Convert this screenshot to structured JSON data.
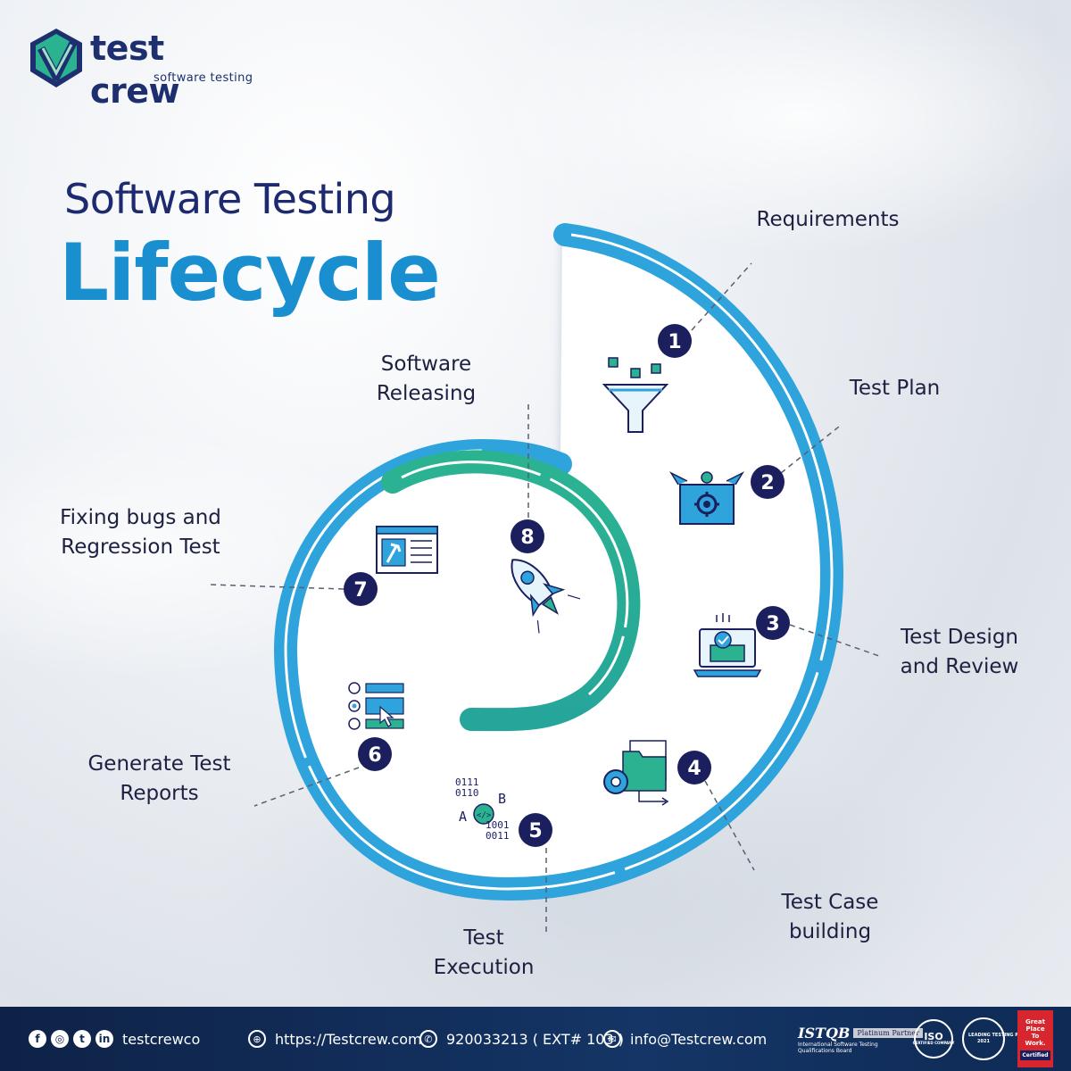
{
  "brand": {
    "name": "test crew",
    "tagline": "software testing"
  },
  "title": {
    "line1": "Software Testing",
    "line2": "Lifecycle"
  },
  "steps": [
    {
      "num": "1",
      "label_lines": [
        "Requirements"
      ],
      "icon": "funnel-icon"
    },
    {
      "num": "2",
      "label_lines": [
        "Test Plan"
      ],
      "icon": "toolbox-gear-icon"
    },
    {
      "num": "3",
      "label_lines": [
        "Test Design",
        "and Review"
      ],
      "icon": "laptop-check-icon"
    },
    {
      "num": "4",
      "label_lines": [
        "Test Case",
        "building"
      ],
      "icon": "folders-gear-icon"
    },
    {
      "num": "5",
      "label_lines": [
        "Test",
        "Execution"
      ],
      "icon": "binary-code-icon"
    },
    {
      "num": "6",
      "label_lines": [
        "Generate Test",
        "Reports"
      ],
      "icon": "report-list-icon"
    },
    {
      "num": "7",
      "label_lines": [
        "Fixing bugs and",
        "Regression Test"
      ],
      "icon": "browser-wrench-icon"
    },
    {
      "num": "8",
      "label_lines": [
        "Software",
        "Releasing"
      ],
      "icon": "rocket-icon"
    }
  ],
  "colors": {
    "spiral_blue": "#2ea3dc",
    "spiral_green": "#2bb391",
    "badge_navy": "#1b1f5e",
    "title_navy": "#1d2a70",
    "title_blue": "#1a8fd0",
    "footer_bg": "#0f2a55"
  },
  "footer": {
    "social_icons": [
      "facebook-icon",
      "instagram-icon",
      "twitter-icon",
      "linkedin-icon"
    ],
    "social_handle": "testcrewco",
    "website": "https://Testcrew.com",
    "phone": "920033213 ( EXT# 103 )",
    "email": "info@Testcrew.com",
    "badges": {
      "istqb": "ISTQB",
      "istqb_partner": "Platinum Partner",
      "istqb_sub": "International Software Testing Qualifications Board",
      "iso": "ISO",
      "iso_sub": "CERTIFIED COMPANY",
      "leading": "LEADING TESTING PROVIDERS",
      "leading_year": "2021",
      "gptw": "Great Place To Work.",
      "gptw_cert": "Certified"
    }
  }
}
